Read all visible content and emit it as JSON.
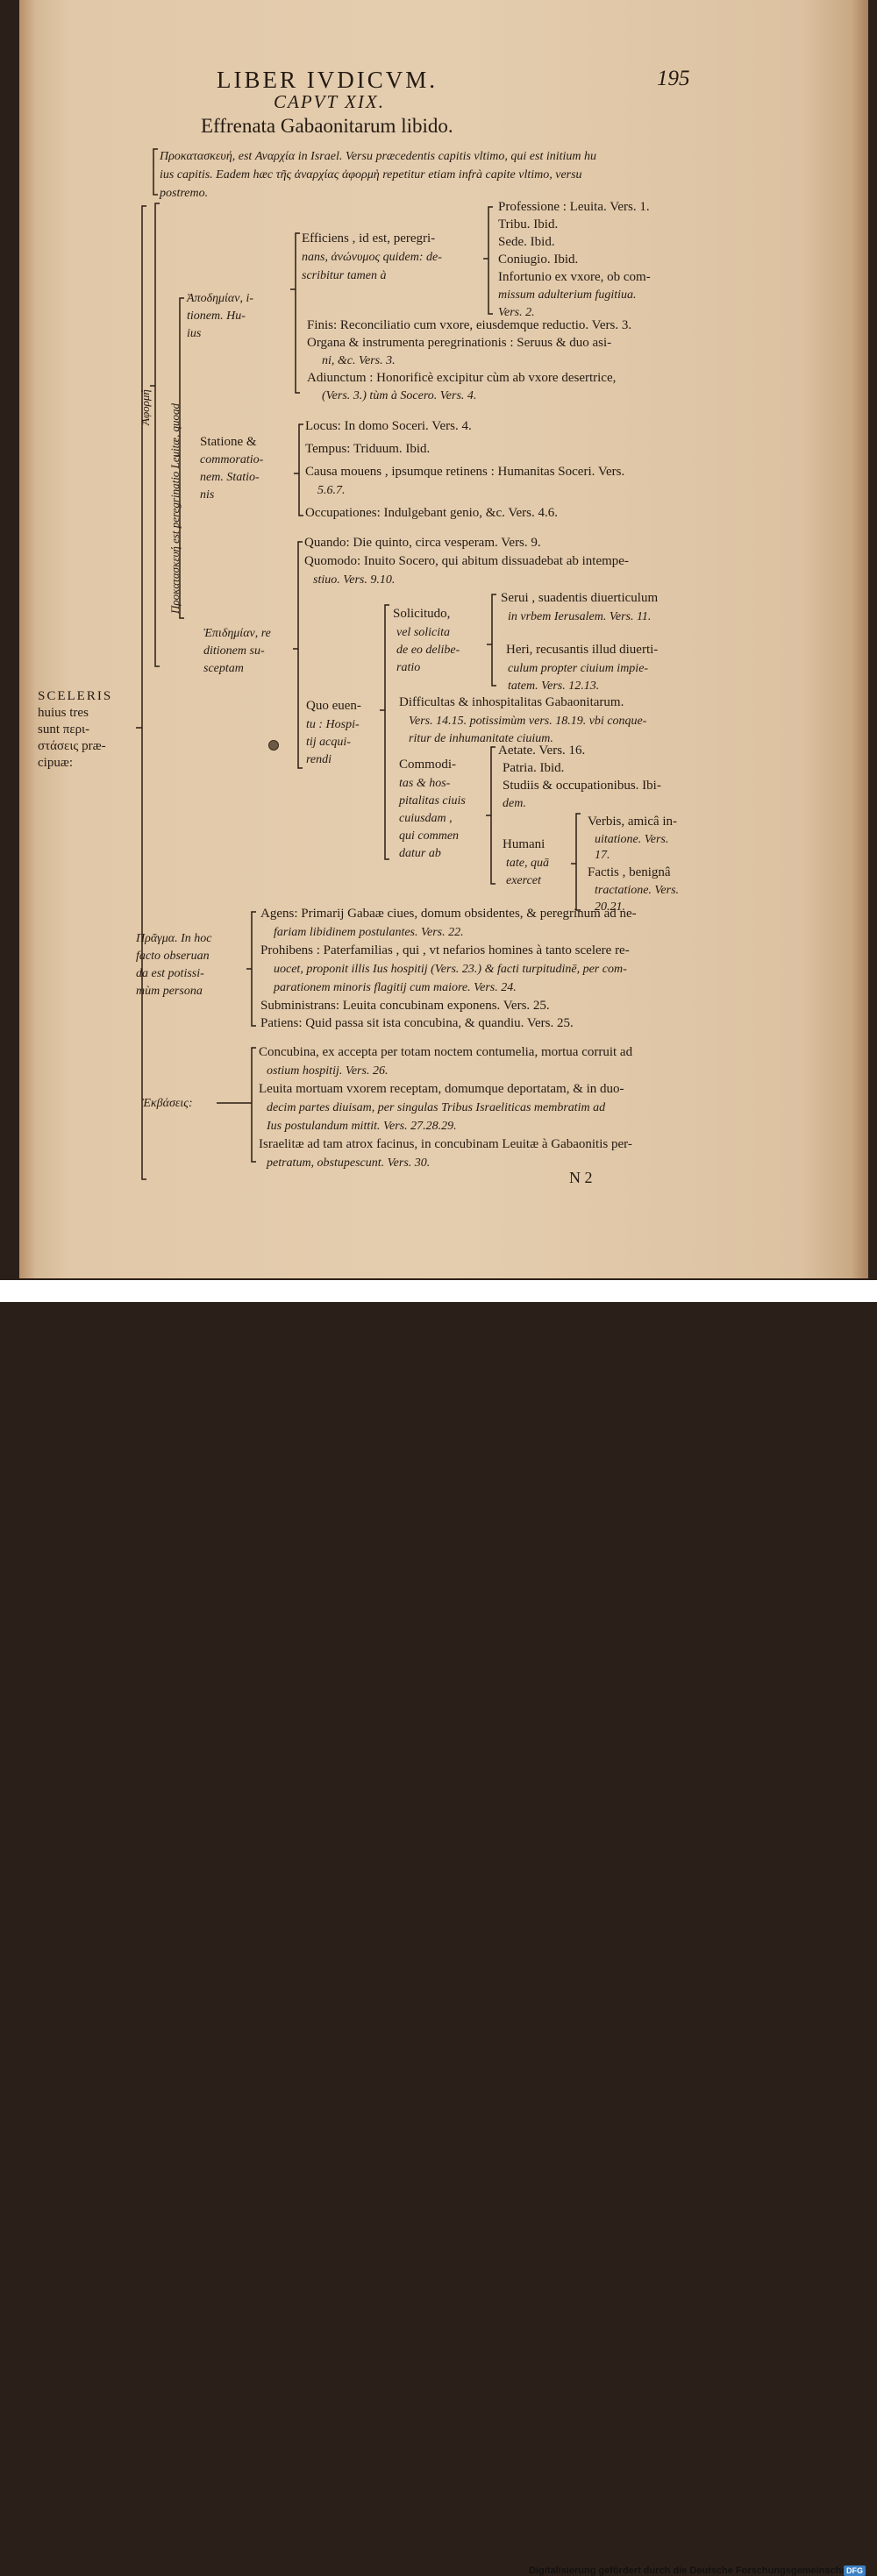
{
  "header": {
    "running_title": "LIBER IVDICVM.",
    "page_number": "195",
    "chapter": "CAPVT XIX.",
    "subtitle": "Effrenata Gabaonitarum libido."
  },
  "intro": {
    "lines": [
      "Προκατασκευή, est Αναρχία in Israel. Versu præcedentis capitis vltimo, qui est initium hu",
      "ius capitis. Eadem hæc τῆς ἀναρχίας ἀφορμὴ repetitur etiam infrà capite vltimo, versu",
      "postremo."
    ]
  },
  "left_root": {
    "lines": [
      "SCELERIS",
      "huius tres",
      "sunt περι-",
      "στάσεις præ-",
      "cipuæ:"
    ]
  },
  "vertical_labels": {
    "aphorme": "Ἀφορμή",
    "pereg": "Προκατασκευή est peregrinatio Leuitæ, quoad"
  },
  "apodemia": {
    "lines": [
      "Ἀποδημίαν, i-",
      "tionem. Hu-",
      "ius"
    ],
    "efficiens": [
      "Efficiens , id est, peregri-",
      "nans, ἀνώνυμος quidem: de-",
      "scribitur tamen à"
    ],
    "efficiens_items": [
      "Professione : Leuita. Vers. 1.",
      "Tribu. Ibid.",
      "Sede. Ibid.",
      "Coniugio. Ibid.",
      "Infortunio ex vxore, ob com-",
      "missum adulterium fugitiua.",
      "Vers. 2."
    ],
    "rest": [
      "Finis: Reconciliatio cum vxore, eiusdemque reductio. Vers. 3.",
      "Organa & instrumenta peregrinationis : Seruus & duo asi-",
      "ni, &c. Vers. 3.",
      "Adiunctum : Honorificè excipitur cùm ab vxore desertrice,",
      "(Vers. 3.) tùm à Socero. Vers. 4."
    ]
  },
  "statione": {
    "lines": [
      "Statione &",
      "commoratio-",
      "nem. Statio-",
      "nis"
    ],
    "items": [
      "Locus: In domo Soceri. Vers. 4.",
      "Tempus: Triduum. Ibid.",
      "Causa mouens , ipsumque retinens : Humanitas Soceri. Vers.",
      "5.6.7.",
      "Occupationes: Indulgebant genio, &c. Vers. 4.6."
    ]
  },
  "epidemia": {
    "lines": [
      "Ἐπιδημίαν, re",
      "ditionem su-",
      "sceptam"
    ],
    "quando": "Quando: Die quinto, circa vesperam. Vers. 9.",
    "quomodo": [
      "Quomodo: Inuito Socero, qui abitum dissuadebat ab intempe-",
      "stiuo. Vers. 9.10."
    ],
    "quo_euentu": [
      "Quo euen-",
      "tu : Hospi-",
      "tij acqui-",
      "rendi"
    ],
    "solicitudo": [
      "Solicitudo,",
      "vel solicita",
      "de eo delibe-",
      "ratio"
    ],
    "serui": [
      "Serui , suadentis diuerticulum",
      "in vrbem Ierusalem. Vers. 11."
    ],
    "heri": [
      "Heri, recusantis illud diuerti-",
      "culum propter ciuium impie-",
      "tatem. Vers. 12.13."
    ],
    "difficultas": [
      "Difficultas & inhospitalitas Gabaonitarum.",
      "Vers. 14.15. potissimùm vers. 18.19. vbi conque-",
      "ritur de inhumanitate ciuium."
    ],
    "commoditas": [
      "Commodi-",
      "tas & hos-",
      "pitalitas ciuis",
      "cuiusdam ,",
      "qui commen",
      "datur ab"
    ],
    "aetate": [
      "Aetate. Vers. 16.",
      "Patria. Ibid.",
      "Studiis & occupationibus. Ibi-",
      "dem."
    ],
    "humanitate": [
      "Humani",
      "tate, quā",
      "exercet"
    ],
    "verbis": [
      "Verbis, amicâ in-",
      "uitatione. Vers.",
      "17."
    ],
    "factis": [
      "Factis , benignâ",
      "tractatione. Vers.",
      "20.21."
    ]
  },
  "pragma": {
    "label": [
      "Πρᾶγμα. In hoc",
      "facto obseruan",
      "da est potissi-",
      "mùm persona"
    ],
    "items": [
      "Agens: Primarij Gabaæ ciues, domum obsidentes, & peregrinum ad ne-",
      "fariam libidinem postulantes. Vers. 22.",
      "Prohibens : Paterfamilias , qui , vt nefarios homines à tanto scelere re-",
      "uocet, proponit illis Ius hospitij (Vers. 23.) & facti turpitudinē, per com-",
      "parationem minoris flagitij cum maiore. Vers. 24.",
      "Subministrans: Leuita concubinam exponens. Vers. 25.",
      "Patiens: Quid passa sit ista concubina, & quandiu. Vers. 25."
    ]
  },
  "ekbasis": {
    "label": "Ἐκβάσεις:",
    "items": [
      "Concubina, ex accepta per totam noctem contumelia, mortua corruit ad",
      "ostium hospitij. Vers. 26.",
      "Leuita mortuam vxorem receptam, domumque deportatam, & in duo-",
      "decim partes diuisam, per singulas Tribus Israeliticas membratim ad",
      "Ius postulandum mittit. Vers. 27.28.29.",
      "Israelitæ ad tam atrox facinus, in concubinam Leuitæ à Gabaonitis per-",
      "petratum, obstupescunt. Vers. 30."
    ]
  },
  "signature": "N 2",
  "footer": {
    "text": "Digitalisierung gefördert durch die Deutsche Forschungsgemeinschaft",
    "logo": "DFG"
  }
}
